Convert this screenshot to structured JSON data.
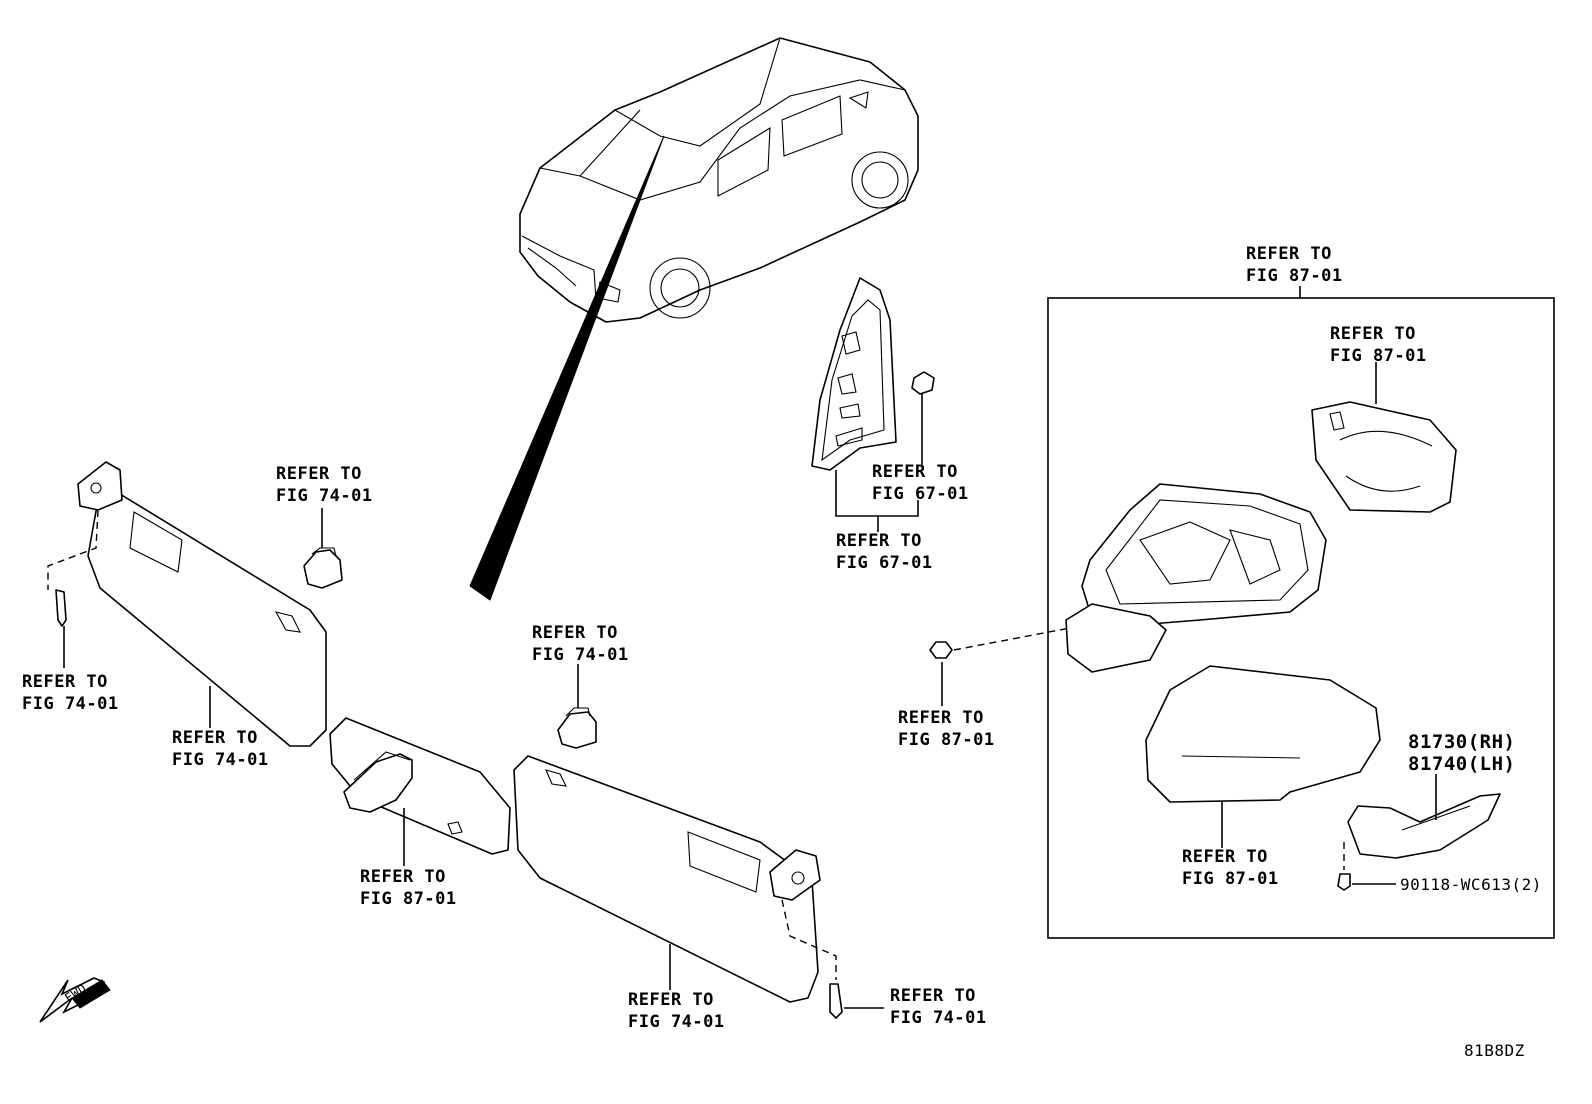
{
  "diagram": {
    "figure_code": "81B8DZ",
    "fwd_arrow": "FWD",
    "callouts": [
      {
        "id": "top-refer-87",
        "line1": "REFER TO",
        "line2": "FIG 87-01"
      },
      {
        "id": "glass-refer-87",
        "line1": "REFER TO",
        "line2": "FIG 87-01"
      },
      {
        "id": "clip-refer-67",
        "line1": "REFER TO",
        "line2": "FIG 67-01"
      },
      {
        "id": "garnish-refer-67",
        "line1": "REFER TO",
        "line2": "FIG 67-01"
      },
      {
        "id": "holder-left-refer-74",
        "line1": "REFER TO",
        "line2": "FIG 74-01"
      },
      {
        "id": "screw-left-refer-74",
        "line1": "REFER TO",
        "line2": "FIG 74-01"
      },
      {
        "id": "visor-left-refer-74",
        "line1": "REFER TO",
        "line2": "FIG 74-01"
      },
      {
        "id": "holder-right-refer-74",
        "line1": "REFER TO",
        "line2": "FIG 74-01"
      },
      {
        "id": "nut-refer-87",
        "line1": "REFER TO",
        "line2": "FIG 87-01"
      },
      {
        "id": "inner-mirror-refer-87",
        "line1": "REFER TO",
        "line2": "FIG 87-01"
      },
      {
        "id": "cover-refer-87",
        "line1": "REFER TO",
        "line2": "FIG 87-01"
      },
      {
        "id": "visor-right-refer-74",
        "line1": "REFER TO",
        "line2": "FIG 74-01"
      },
      {
        "id": "screw-right-refer-74",
        "line1": "REFER TO",
        "line2": "FIG 74-01"
      }
    ],
    "part_numbers": {
      "rh": "81730(RH)",
      "lh": "81740(LH)",
      "screw": "90118-WC613(2)"
    }
  }
}
